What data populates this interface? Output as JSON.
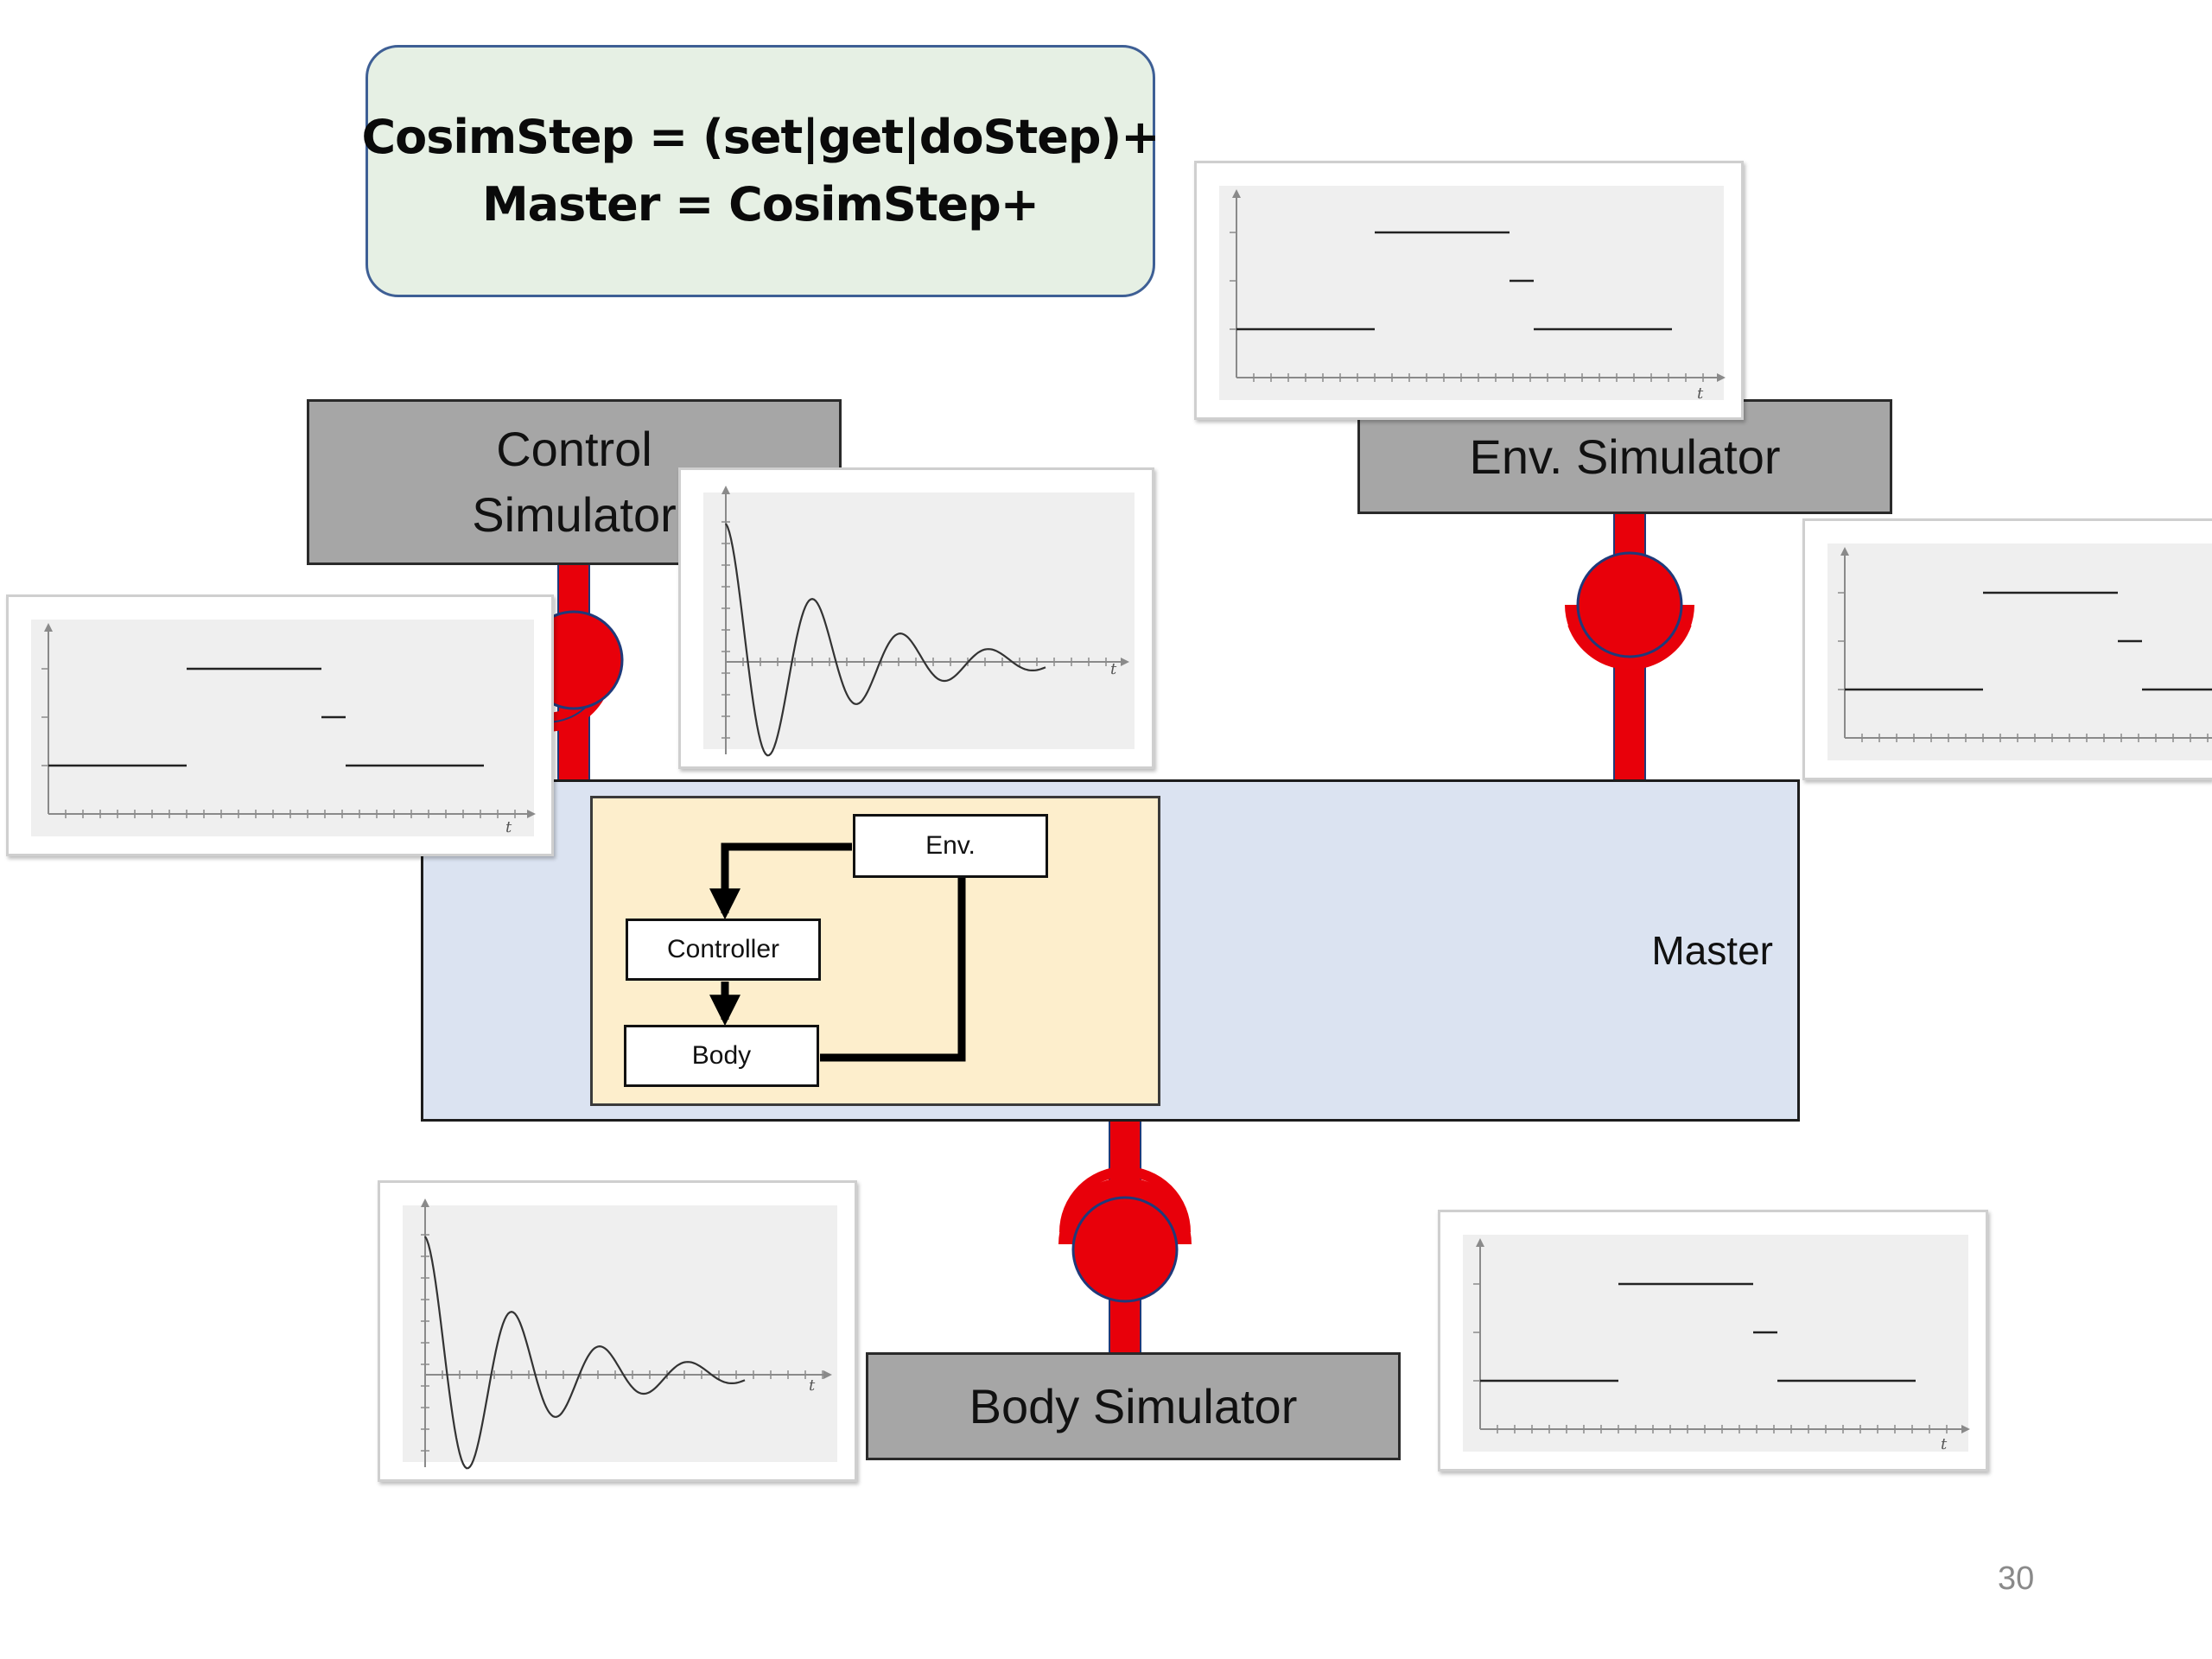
{
  "formula": {
    "line1": "CosimStep = (set|get|doStep)+",
    "line2": "Master = CosimStep+"
  },
  "simulators": {
    "control_line1": "Control",
    "control_line2": "Simulator",
    "env": "Env. Simulator",
    "body": "Body Simulator"
  },
  "master": {
    "label": "Master",
    "components": {
      "env": "Env.",
      "controller": "Controller",
      "body": "Body"
    }
  },
  "plots": {
    "axis_label": "t"
  },
  "colors": {
    "connector": "#e8000a",
    "master_fill": "#dbe3f1",
    "inner_fill": "#fdeecc",
    "simulator_fill": "#a6a6a6",
    "formula_fill": "#e6f0e4"
  },
  "page": {
    "number": "30"
  }
}
